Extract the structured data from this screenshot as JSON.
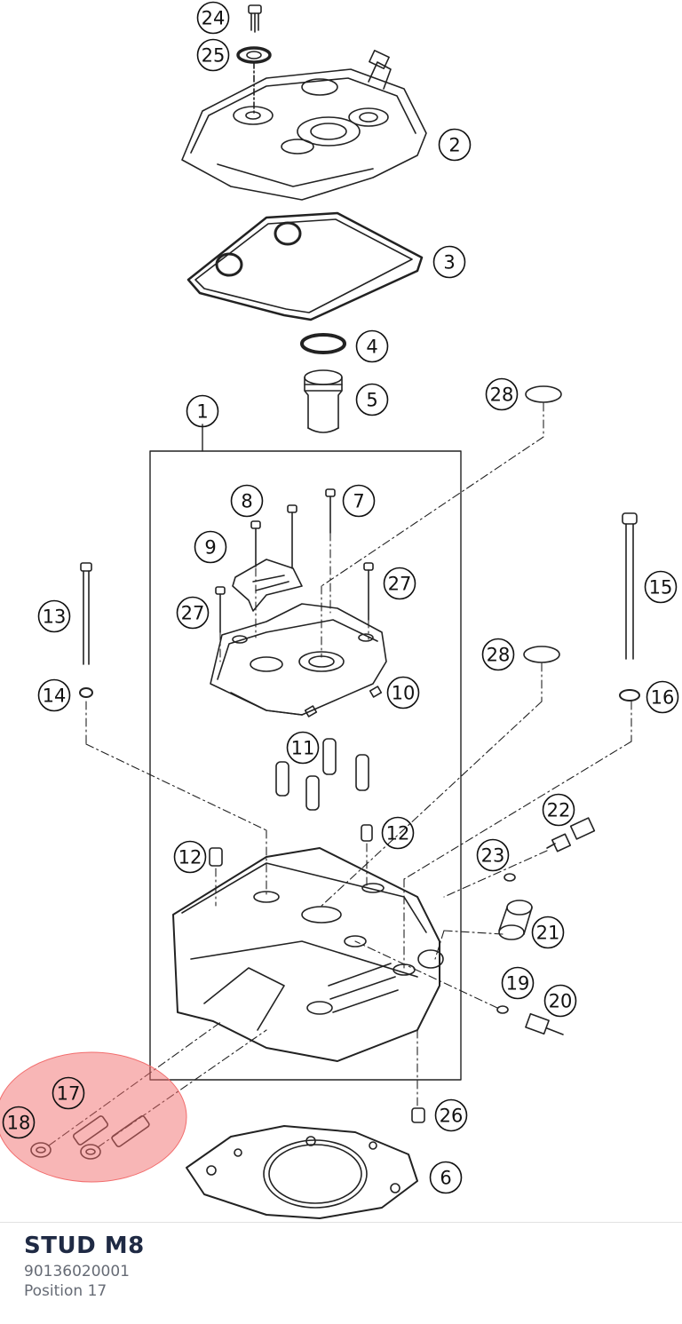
{
  "part": {
    "name": "STUD M8",
    "number": "90136020001",
    "position": "Position 17"
  },
  "highlight_color": "#f26d6d",
  "callouts": [
    "1",
    "2",
    "3",
    "4",
    "5",
    "6",
    "7",
    "8",
    "9",
    "10",
    "11",
    "12",
    "12",
    "13",
    "14",
    "15",
    "16",
    "17",
    "18",
    "19",
    "20",
    "21",
    "22",
    "23",
    "24",
    "25",
    "26",
    "27",
    "27",
    "28",
    "28"
  ]
}
